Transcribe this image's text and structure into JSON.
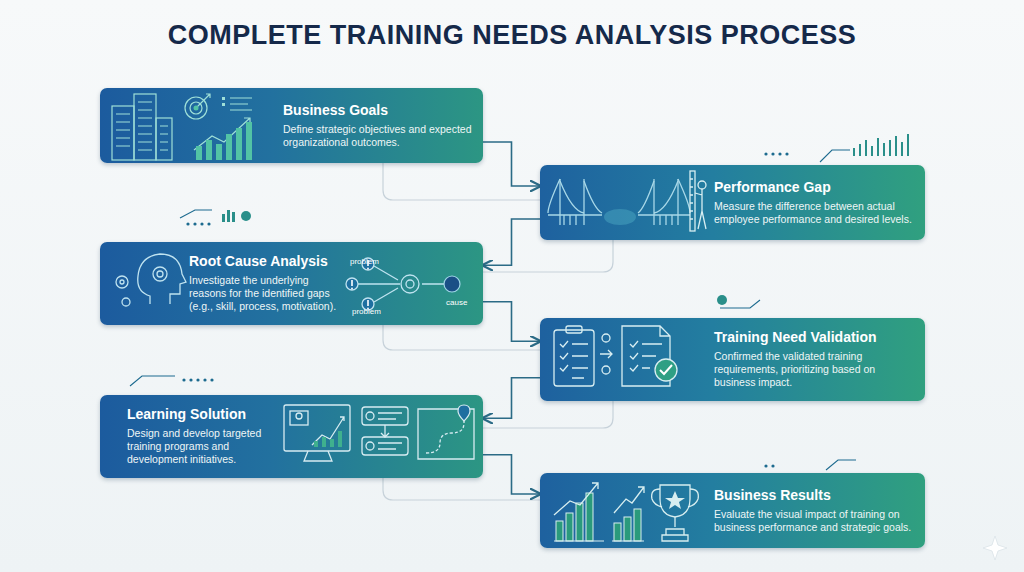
{
  "diagram": {
    "title": "COMPLETE TRAINING NEEDS ANALYSIS PROCESS",
    "nodes": [
      {
        "text": [
          "Business Goals",
          "Define strategic objectives and expected organizational outcomes."
        ]
      },
      {
        "text": [
          "Performance Gap",
          "Measure the difference between actual employee performance and desired levels."
        ]
      },
      {
        "text": [
          "Root Cause Analysis",
          "Investigate the underlying reasons for the identified gaps (e.g., skill, process, motivation)."
        ]
      },
      {
        "text": [
          "Training Need Validation",
          "Confirmed the validated training requirements, prioritizing based on business impact."
        ]
      },
      {
        "text": [
          "Learning Solution",
          "Design and develop targeted training programs and development initiatives."
        ]
      },
      {
        "text": [
          "Business Results",
          "Evaluate the visual impact of training on business performance and strategic goals."
        ]
      }
    ],
    "edges": [
      {
        "from": 0,
        "to": 1,
        "arrow": "to"
      },
      {
        "from": 1,
        "to": 2,
        "arrow": "to"
      },
      {
        "from": 2,
        "to": 3,
        "arrow": "to"
      },
      {
        "from": 3,
        "to": 4,
        "arrow": "to"
      },
      {
        "from": 4,
        "to": 5,
        "arrow": "to"
      }
    ],
    "labels": [
      "problem",
      "problem",
      "cause"
    ]
  }
}
